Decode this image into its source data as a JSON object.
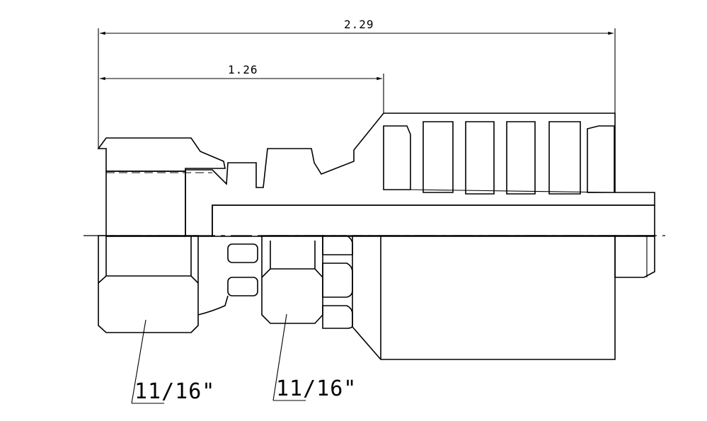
{
  "dimensions": {
    "overall_length": "2.29",
    "hex_to_ferrule_length": "1.26"
  },
  "callouts": {
    "swivel_nut_size": "11/16\"",
    "body_hex_size": "11/16\""
  }
}
